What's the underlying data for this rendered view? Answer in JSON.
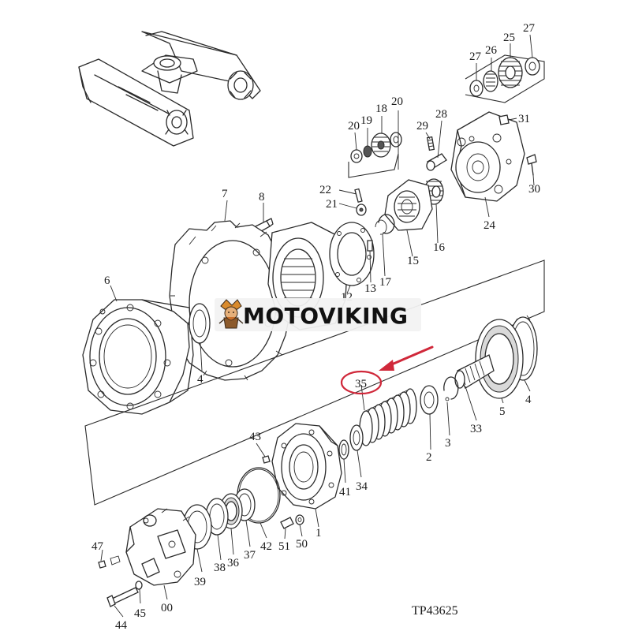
{
  "diagram": {
    "part_numbers": [
      "27",
      "26",
      "25",
      "27",
      "20",
      "19",
      "18",
      "20",
      "31",
      "29",
      "28",
      "22",
      "21",
      "30",
      "24",
      "16",
      "15",
      "7",
      "8",
      "17",
      "13",
      "12",
      "6",
      "4",
      "35",
      "4",
      "5",
      "33",
      "3",
      "2",
      "43",
      "34",
      "41",
      "1",
      "50",
      "51",
      "42",
      "37",
      "36",
      "38",
      "39",
      "47",
      "45",
      "44",
      "00"
    ],
    "highlighted_part": "35",
    "code": "TP43625"
  },
  "watermark": {
    "text": "MOTOVIKING",
    "logo": "viking-mascot-icon"
  },
  "colors": {
    "line": "#2a2a2a",
    "highlight": "#d0283a",
    "background": "#ffffff"
  }
}
